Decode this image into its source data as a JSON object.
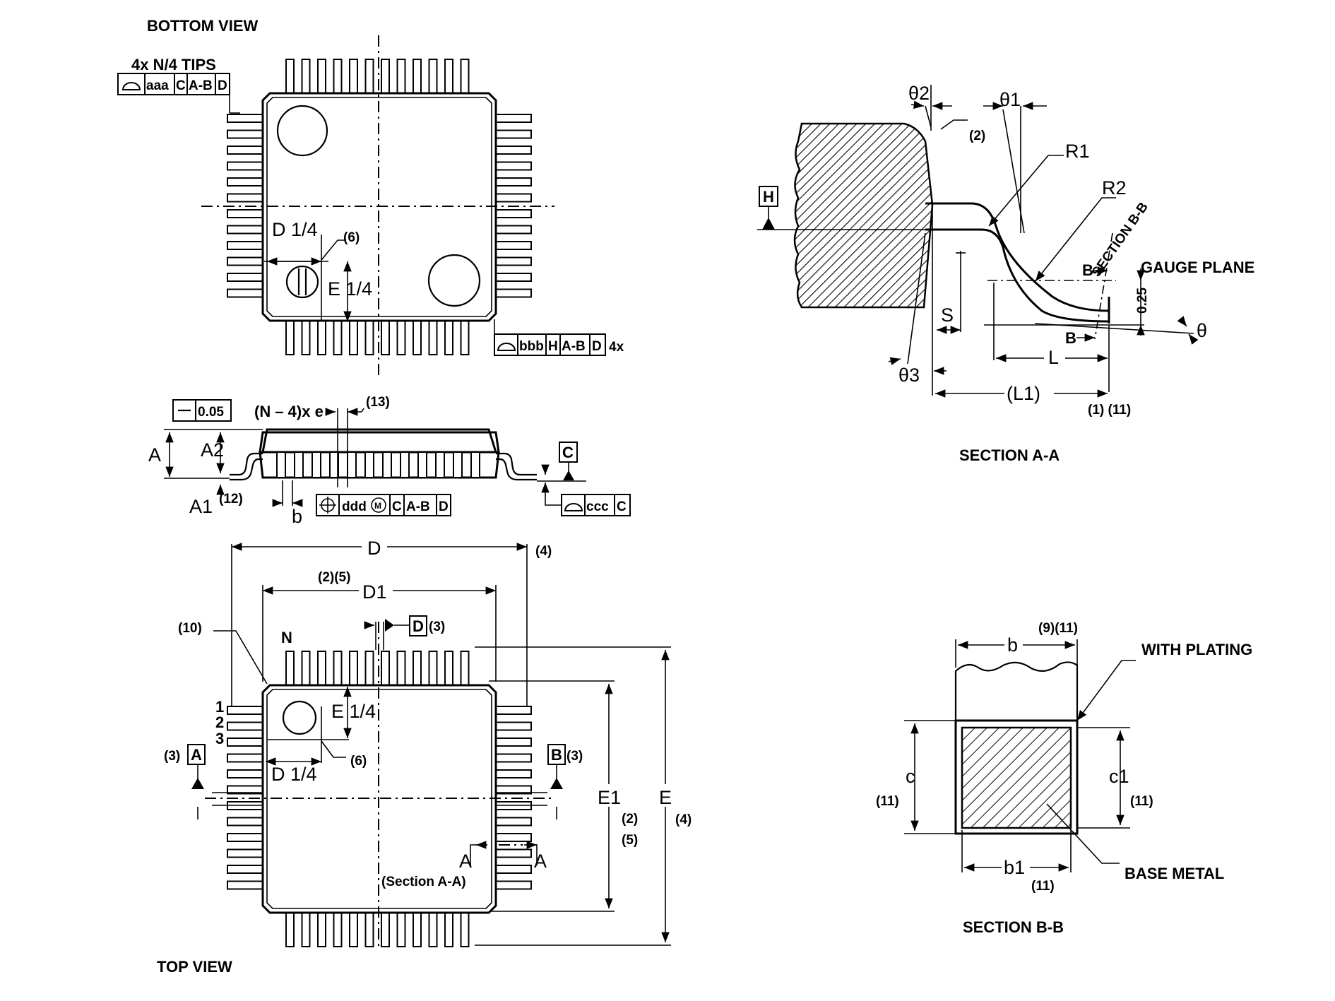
{
  "views": {
    "bottom": "BOTTOM VIEW",
    "top": "TOP VIEW",
    "section_aa": "SECTION A-A",
    "section_bb": "SECTION B-B"
  },
  "bottom_view": {
    "tips_note": "4x N/4 TIPS",
    "fcf_aaa": [
      "aaa",
      "C",
      "A-B",
      "D"
    ],
    "fcf_bbb": [
      "bbb",
      "H",
      "A-B",
      "D"
    ],
    "fcf_bbb_suffix": "4x",
    "d14": "D 1/4",
    "e14": "E 1/4",
    "note6": "(6)"
  },
  "side_view": {
    "flatness": "0.05",
    "pitch": "(N – 4)x e",
    "note13": "(13)",
    "a": "A",
    "a2": "A2",
    "a1": "A1",
    "note12": "(12)",
    "b": "b",
    "fcf_ddd": [
      "ddd",
      "C",
      "A-B",
      "D"
    ],
    "datum_c": "C",
    "fcf_ccc": [
      "ccc",
      "C"
    ]
  },
  "top_view": {
    "d": "D",
    "d1": "D1",
    "note4": "(4)",
    "note25": "(2)(5)",
    "note10": "(10)",
    "pin_n": "N",
    "datum_d": "D",
    "note3": "(3)",
    "pin1": "1",
    "pin2": "2",
    "pin3": "3",
    "e14": "E 1/4",
    "d14": "D 1/4",
    "note6": "(6)",
    "datum_a": "A",
    "datum_b": "B",
    "e1": "E1",
    "e": "E",
    "note2": "(2)",
    "note5": "(5)",
    "note4b": "(4)",
    "section_a_letter": "A",
    "section_note": "(Section A-A)"
  },
  "section_aa": {
    "theta2": "θ2",
    "theta1": "θ1",
    "theta3": "θ3",
    "theta": "θ",
    "note2": "(2)",
    "r1": "R1",
    "r2": "R2",
    "datum_h": "H",
    "section_bb_label": "SECTION B-B",
    "b_letter": "B",
    "gauge_plane": "GAUGE PLANE",
    "gauge_value": "0.25",
    "s": "S",
    "l": "L",
    "l1": "(L1)",
    "note_1_11": "(1) (11)"
  },
  "section_bb": {
    "b": "b",
    "note_9_11": "(9)(11)",
    "with_plating": "WITH PLATING",
    "c": "c",
    "c_note": "(11)",
    "c1": "c1",
    "c1_note": "(11)",
    "b1": "b1",
    "b1_note": "(11)",
    "base_metal": "BASE METAL"
  }
}
